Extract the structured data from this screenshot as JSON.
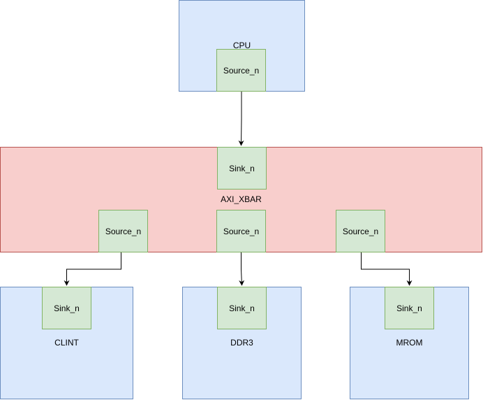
{
  "cpu": {
    "label": "CPU",
    "port": "Source_n"
  },
  "xbar": {
    "label": "AXI_XBAR",
    "in_port": "Sink_n",
    "out_ports": [
      "Source_n",
      "Source_n",
      "Source_n"
    ]
  },
  "slaves": [
    {
      "label": "CLINT",
      "port": "Sink_n"
    },
    {
      "label": "DDR3",
      "port": "Sink_n"
    },
    {
      "label": "MROM",
      "port": "Sink_n"
    }
  ],
  "colors": {
    "block_fill": "#dae8fc",
    "block_stroke": "#6c8ebf",
    "xbar_fill": "#f8cecc",
    "xbar_stroke": "#b85450",
    "port_fill": "#d5e8d4",
    "port_stroke": "#82b366",
    "wire": "#000000"
  }
}
